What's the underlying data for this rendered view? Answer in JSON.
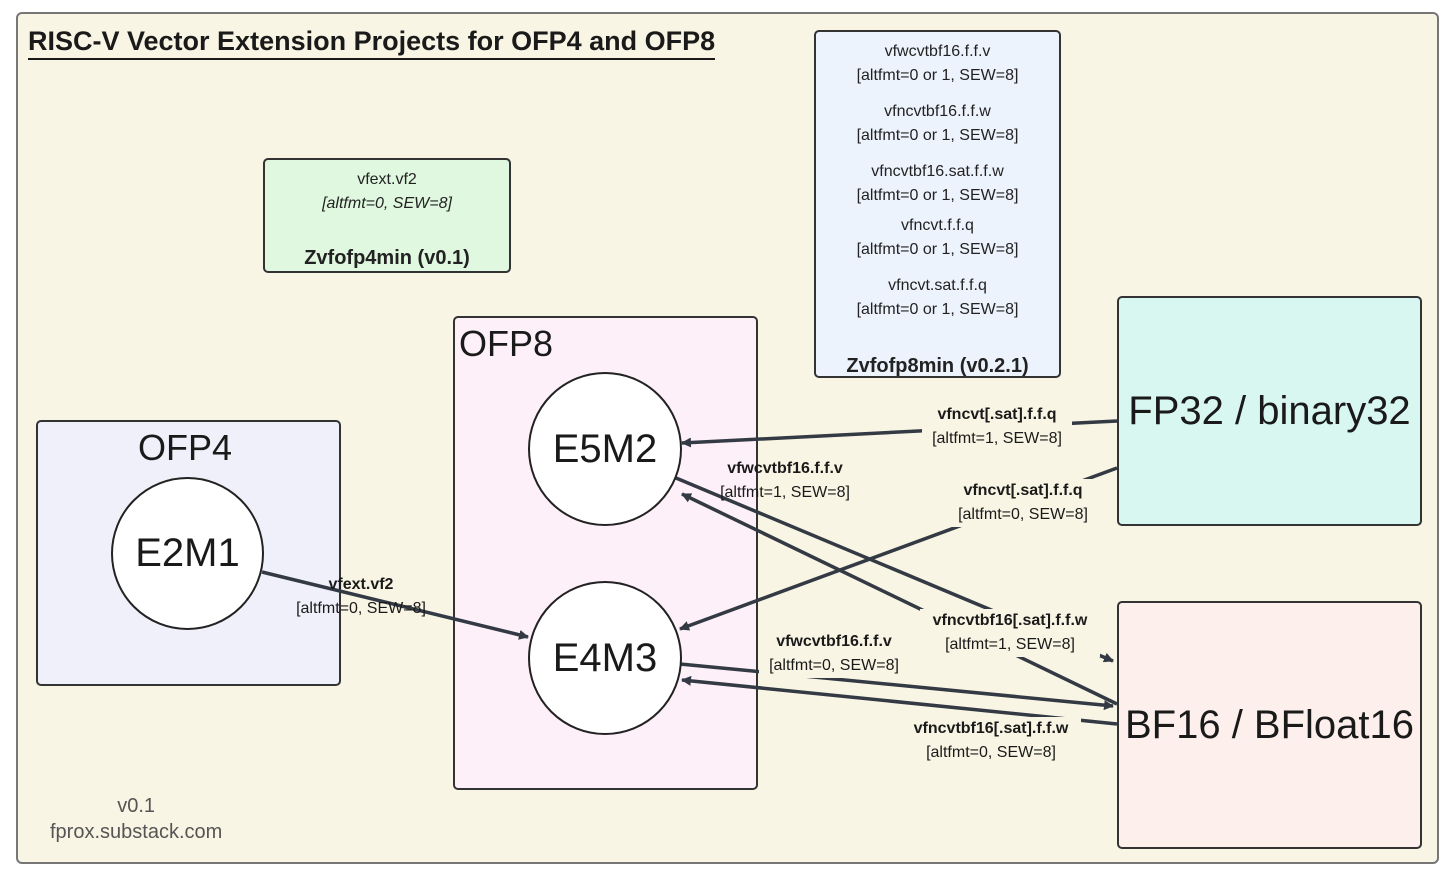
{
  "title": "RISC-V Vector Extension Projects for OFP4 and OFP8",
  "groups": {
    "ofp4": {
      "label": "OFP4",
      "nodes": [
        "E2M1"
      ]
    },
    "ofp8": {
      "label": "OFP8",
      "nodes": [
        "E5M2",
        "E4M3"
      ]
    }
  },
  "formats": {
    "fp32": "FP32 / binary32",
    "bf16": "BF16 / BFloat16"
  },
  "extensions": {
    "zvfofp4min": {
      "name": "Zvfofp4min (v0.1)",
      "instructions": [
        {
          "op": "vfext.vf2",
          "args": "[altfmt=0, SEW=8]"
        }
      ]
    },
    "zvfofp8min": {
      "name": "Zvfofp8min (v0.2.1)",
      "instructions": [
        {
          "op": "vfwcvtbf16.f.f.v",
          "args": "[altfmt=0 or 1, SEW=8]"
        },
        {
          "op": "vfncvtbf16.f.f.w",
          "args": "[altfmt=0 or 1, SEW=8]"
        },
        {
          "op": "vfncvtbf16.sat.f.f.w",
          "args": "[altfmt=0 or 1, SEW=8]"
        },
        {
          "op": "vfncvt.f.f.q",
          "args": "[altfmt=0 or 1, SEW=8]"
        },
        {
          "op": "vfncvt.sat.f.f.q",
          "args": "[altfmt=0 or 1, SEW=8]"
        }
      ]
    }
  },
  "edges": [
    {
      "from": "E2M1",
      "to": "E4M3",
      "op": "vfext.vf2",
      "args": "[altfmt=0, SEW=8]"
    },
    {
      "from": "FP32 / binary32",
      "to": "E5M2",
      "op": "vfncvt[.sat].f.f.q",
      "args": "[altfmt=1, SEW=8]"
    },
    {
      "from": "E5M2",
      "to": "BF16 / BFloat16",
      "op": "vfwcvtbf16.f.f.v",
      "args": "[altfmt=1, SEW=8]"
    },
    {
      "from": "FP32 / binary32",
      "to": "E4M3",
      "op": "vfncvt[.sat].f.f.q",
      "args": "[altfmt=0, SEW=8]"
    },
    {
      "from": "BF16 / BFloat16",
      "to": "E5M2",
      "op": "vfncvtbf16[.sat].f.f.w",
      "args": "[altfmt=1, SEW=8]"
    },
    {
      "from": "E4M3",
      "to": "BF16 / BFloat16",
      "op": "vfwcvtbf16.f.f.v",
      "args": "[altfmt=0, SEW=8]"
    },
    {
      "from": "BF16 / BFloat16",
      "to": "E4M3",
      "op": "vfncvtbf16[.sat].f.f.w",
      "args": "[altfmt=0, SEW=8]"
    }
  ],
  "footer": {
    "version": "v0.1",
    "site": "fprox.substack.com"
  },
  "colors": {
    "background": "#f8f5e4",
    "ofp4_fill": "#f0f0fb",
    "ofp8_fill": "#fdf0f8",
    "zvfofp4min_fill": "#e0f8df",
    "zvfofp8min_fill": "#edf3fd",
    "fp32_fill": "#d8f7f0",
    "bf16_fill": "#fdf0ec",
    "edge": "#333a44"
  }
}
